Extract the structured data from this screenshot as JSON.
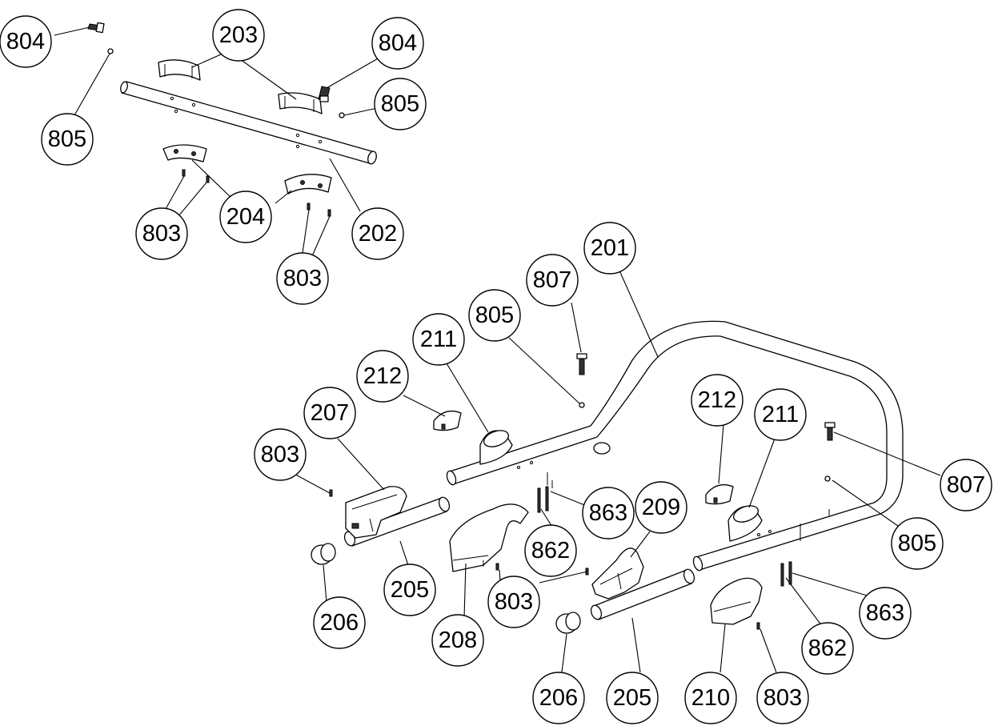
{
  "callouts": [
    {
      "id": "c-804-a",
      "label": "804"
    },
    {
      "id": "c-203",
      "label": "203"
    },
    {
      "id": "c-804-b",
      "label": "804"
    },
    {
      "id": "c-805-a",
      "label": "805"
    },
    {
      "id": "c-805-b",
      "label": "805"
    },
    {
      "id": "c-803-a",
      "label": "803"
    },
    {
      "id": "c-204",
      "label": "204"
    },
    {
      "id": "c-202",
      "label": "202"
    },
    {
      "id": "c-803-b",
      "label": "803"
    },
    {
      "id": "c-201",
      "label": "201"
    },
    {
      "id": "c-807-a",
      "label": "807"
    },
    {
      "id": "c-805-c",
      "label": "805"
    },
    {
      "id": "c-211-a",
      "label": "211"
    },
    {
      "id": "c-212-a",
      "label": "212"
    },
    {
      "id": "c-207",
      "label": "207"
    },
    {
      "id": "c-803-c",
      "label": "803"
    },
    {
      "id": "c-212-b",
      "label": "212"
    },
    {
      "id": "c-211-b",
      "label": "211"
    },
    {
      "id": "c-807-b",
      "label": "807"
    },
    {
      "id": "c-209",
      "label": "209"
    },
    {
      "id": "c-863-a",
      "label": "863"
    },
    {
      "id": "c-805-d",
      "label": "805"
    },
    {
      "id": "c-862-a",
      "label": "862"
    },
    {
      "id": "c-205-a",
      "label": "205"
    },
    {
      "id": "c-206-a",
      "label": "206"
    },
    {
      "id": "c-803-d",
      "label": "803"
    },
    {
      "id": "c-208",
      "label": "208"
    },
    {
      "id": "c-863-b",
      "label": "863"
    },
    {
      "id": "c-862-b",
      "label": "862"
    },
    {
      "id": "c-206-b",
      "label": "206"
    },
    {
      "id": "c-205-b",
      "label": "205"
    },
    {
      "id": "c-210",
      "label": "210"
    },
    {
      "id": "c-803-e",
      "label": "803"
    }
  ]
}
